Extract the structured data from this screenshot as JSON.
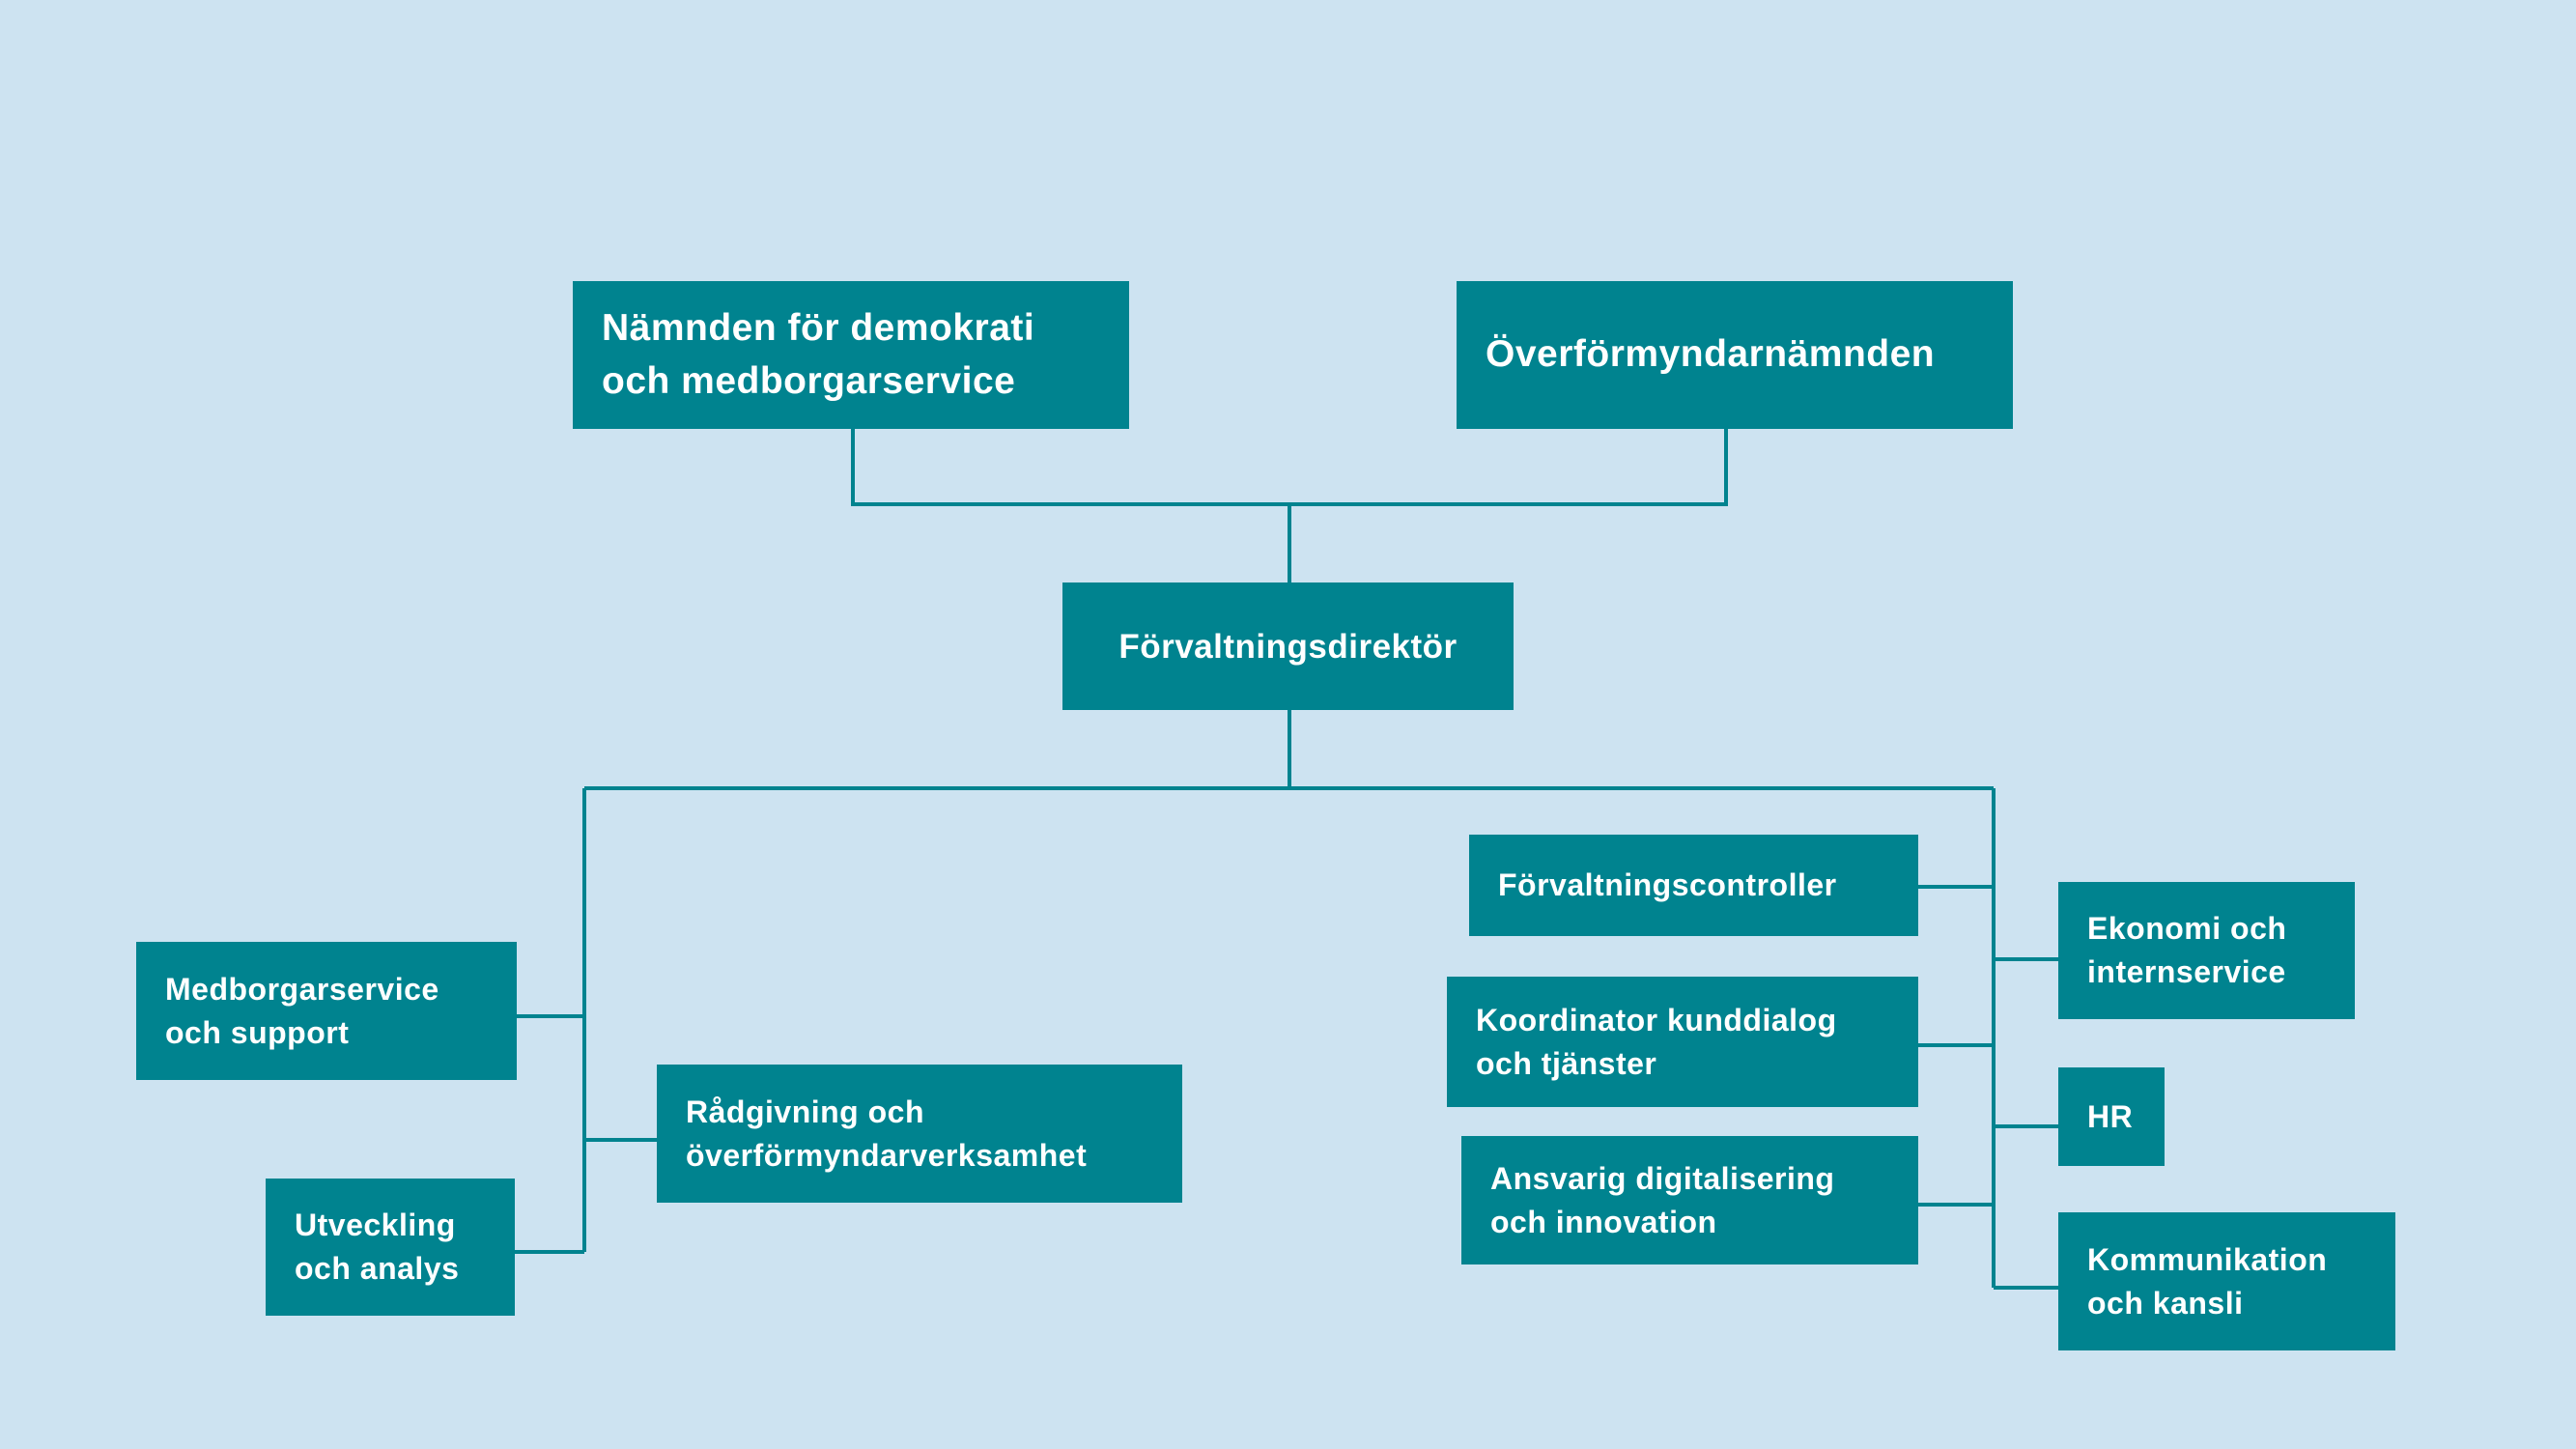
{
  "colors": {
    "background": "#cde3f1",
    "box_fill": "#00838f",
    "box_text": "#ffffff",
    "connector": "#00838f"
  },
  "boxes": {
    "namnden": {
      "line1": "Nämnden för demokrati",
      "line2": "och medborgarservice"
    },
    "overformyndarnamnden": {
      "line1": "Överförmyndarnämnden"
    },
    "forvaltningsdirektor": {
      "line1": "Förvaltningsdirektör"
    },
    "medborgarservice": {
      "line1": "Medborgarservice",
      "line2": "och support"
    },
    "radgivning": {
      "line1": "Rådgivning och",
      "line2": "överförmyndarverksamhet"
    },
    "utveckling": {
      "line1": "Utveckling",
      "line2": "och analys"
    },
    "forvaltningscontroller": {
      "line1": "Förvaltningscontroller"
    },
    "koordinator": {
      "line1": "Koordinator kunddialog",
      "line2": "och tjänster"
    },
    "ansvarig": {
      "line1": "Ansvarig digitalisering",
      "line2": "och innovation"
    },
    "ekonomi": {
      "line1": "Ekonomi och",
      "line2": "internservice"
    },
    "hr": {
      "line1": "HR"
    },
    "kommunikation": {
      "line1": "Kommunikation",
      "line2": "och kansli"
    }
  }
}
